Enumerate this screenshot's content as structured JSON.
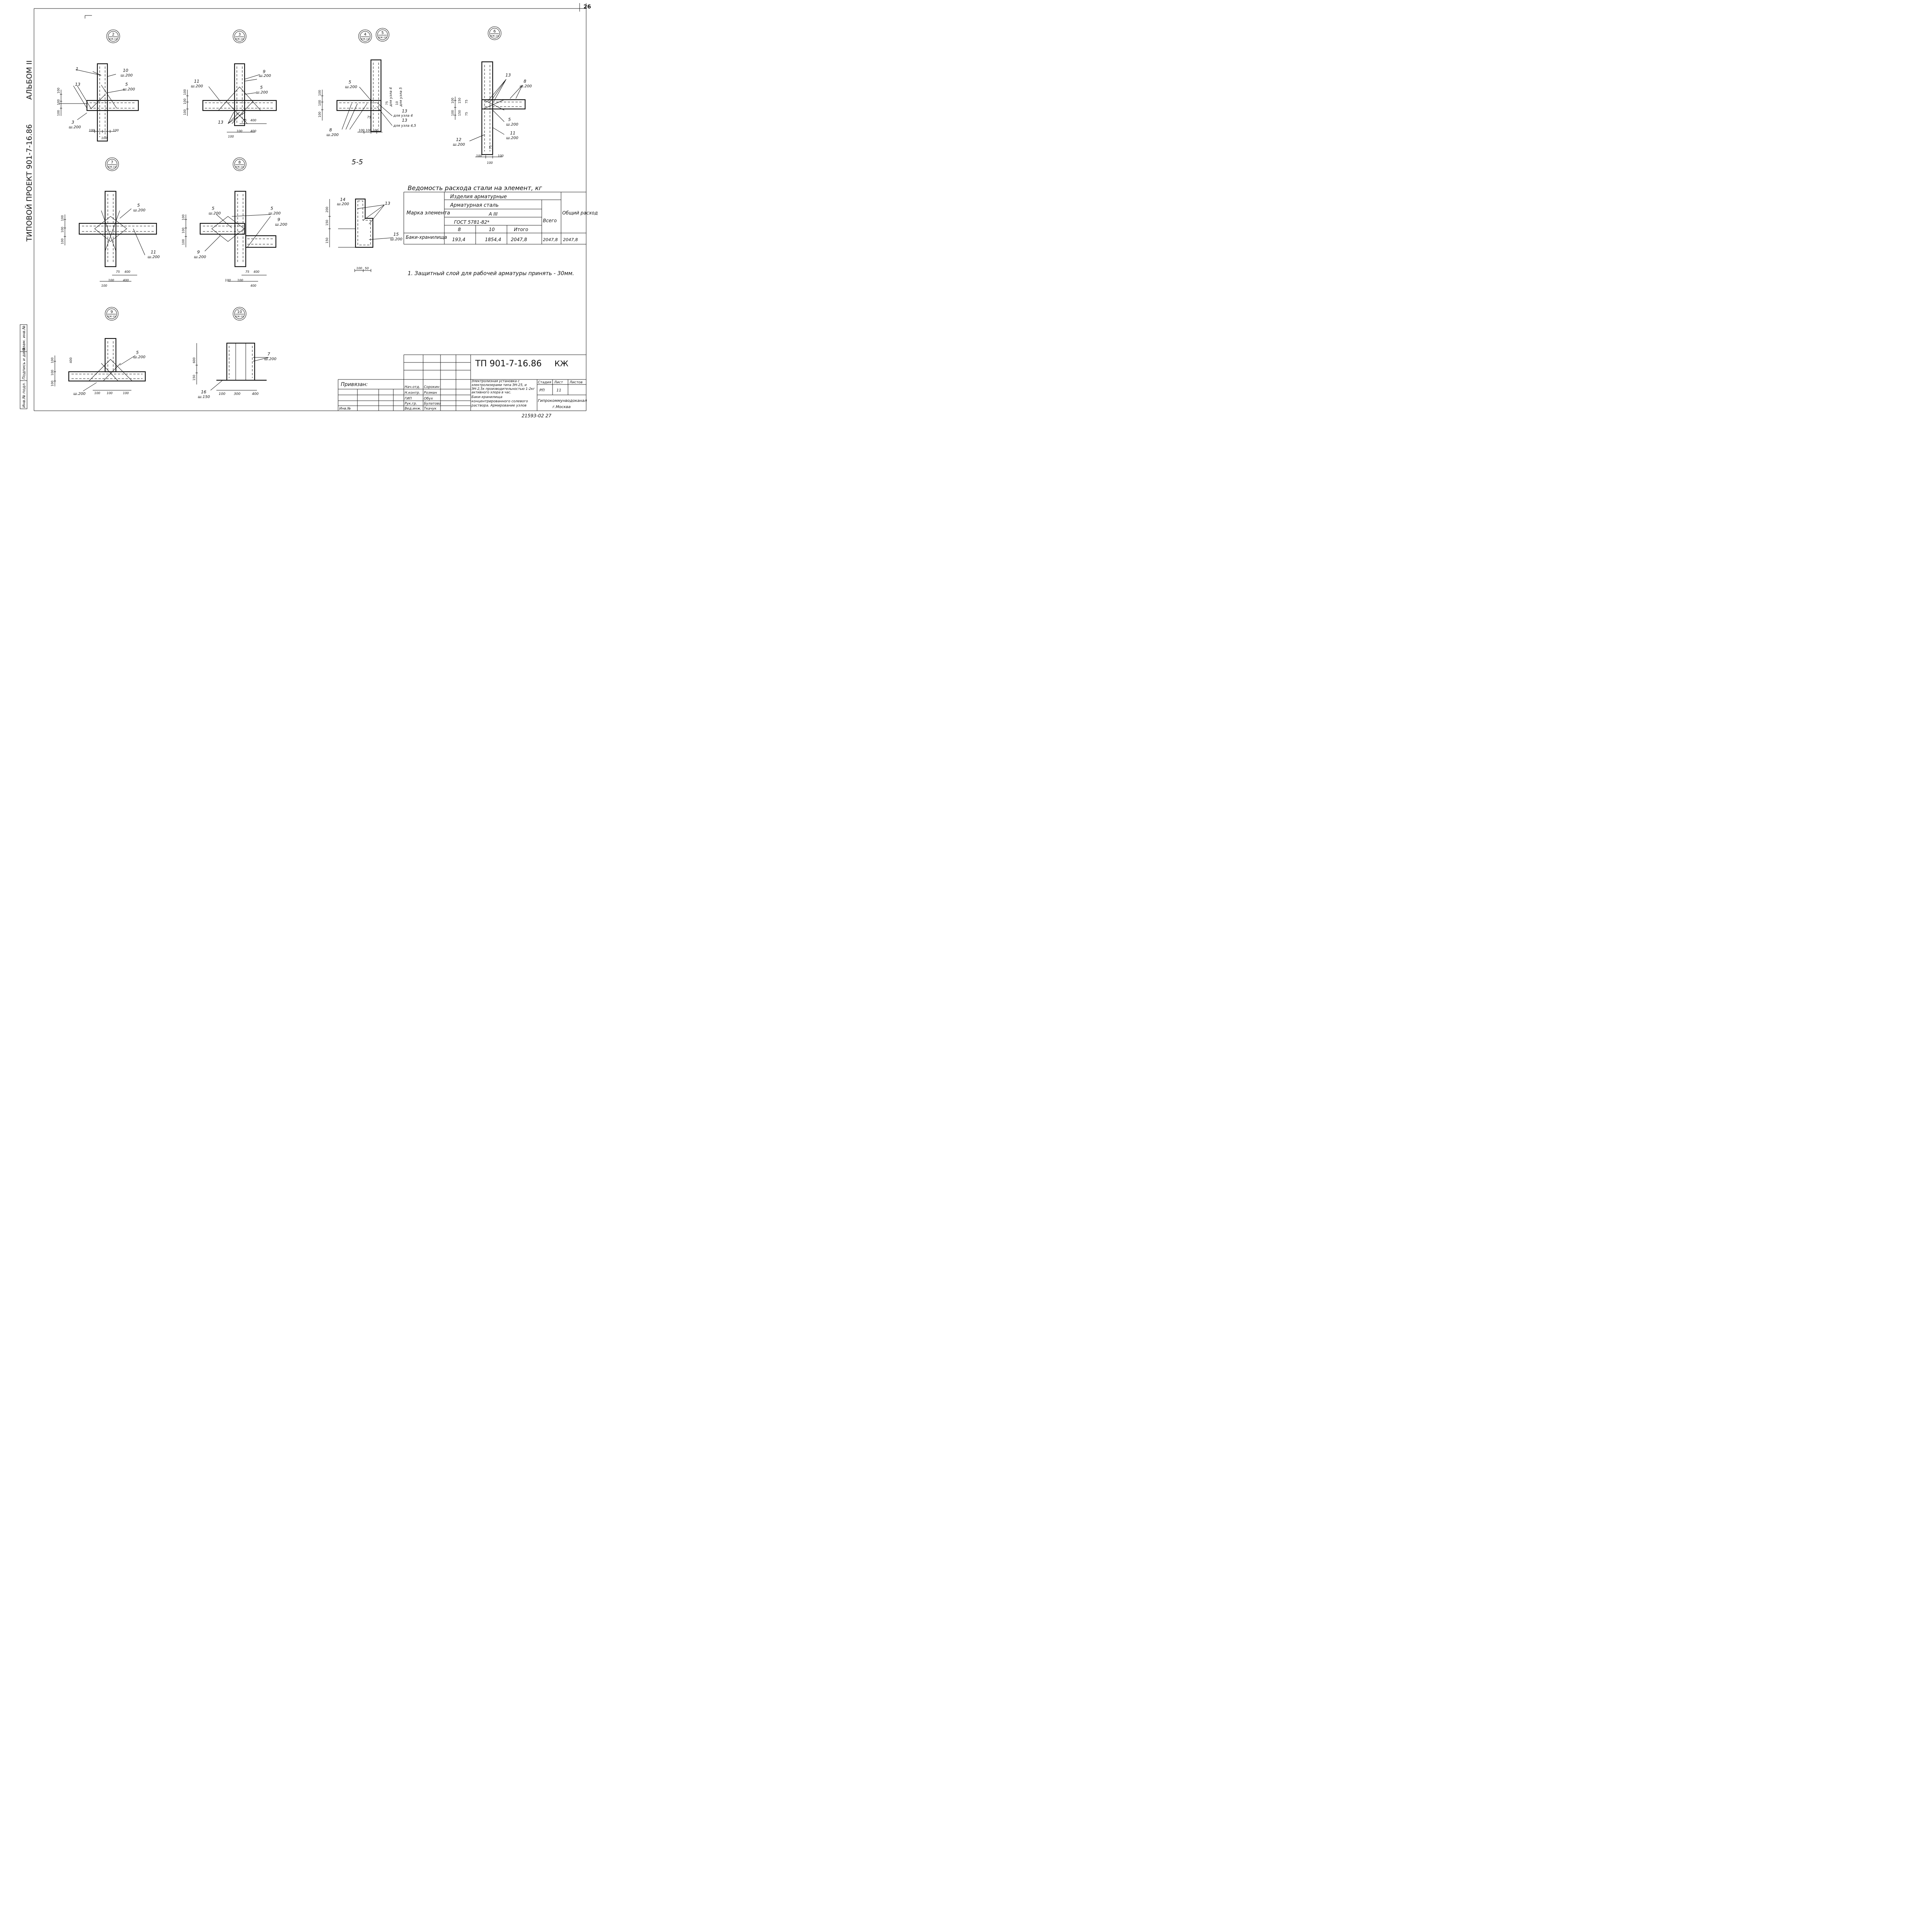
{
  "page_number": "26",
  "album_label": "АЛЬБОМ II",
  "project_label": "ТИПОВОЙ ПРОЕКТ 901-7-16.86",
  "side_stamp": [
    "Инв.№ подл.",
    "Подпись и дата",
    "Взам. инв.№"
  ],
  "nodes": [
    {
      "num": "2",
      "ref": "КЖ-10"
    },
    {
      "num": "3",
      "ref": "КЖ-10"
    },
    {
      "num": "4",
      "ref": "КЖ-10"
    },
    {
      "num": "5",
      "ref": "КЖ-10"
    },
    {
      "num": "6",
      "ref": "КЖ-10"
    },
    {
      "num": "7",
      "ref": "КЖ-10"
    },
    {
      "num": "8",
      "ref": "КЖ-10"
    },
    {
      "num": "9",
      "ref": "КЖ-10"
    },
    {
      "num": "10",
      "ref": "КЖ-10"
    }
  ],
  "section_label": "5-5",
  "callouts": {
    "n2": {
      "a": "1",
      "b": "10",
      "b_sub": "ш.200",
      "c": "5",
      "c_sub": "ш.200",
      "d": "13",
      "e": "3",
      "e_sub": "ш.200"
    },
    "n3": {
      "a": "9",
      "a_sub": "ш.200",
      "b": "11",
      "b_sub": "ш.200",
      "c": "5",
      "c_sub": "ш.200",
      "d": "13"
    },
    "n45": {
      "a": "5",
      "a_sub": "ш.200",
      "b": "для узла 4",
      "c": "для узла 5",
      "d": "13",
      "d_sub": "для узла 4",
      "e": "13",
      "e_sub": "для узла 4,5",
      "f": "8",
      "f_sub": "ш.200"
    },
    "n6": {
      "a": "13",
      "b": "8",
      "b_sub": "ш.200",
      "c": "5",
      "c_sub": "ш.200",
      "d": "11",
      "d_sub": "ш.200",
      "e": "12",
      "e_sub": "ш.200"
    },
    "n7": {
      "a": "5",
      "a_sub": "ш.200",
      "b": "11",
      "b_sub": "ш.200"
    },
    "n8": {
      "a": "5",
      "a_sub": "ш.200",
      "b": "5",
      "b_sub": "ш.200",
      "c": "9",
      "c_sub": "ш.200",
      "d": "9",
      "d_sub": "ш.200"
    },
    "n9": {
      "a": "5",
      "a_sub": "ш.200",
      "b": "ш.200"
    },
    "n10": {
      "a": "7",
      "a_sub": "ш.200",
      "b": "16",
      "b_sub": "ш.150"
    },
    "s55": {
      "a": "14",
      "a_sub": "ш.200",
      "b": "13",
      "c": "15",
      "c_sub": "ш.200"
    }
  },
  "dims": {
    "n2": [
      "100",
      "100",
      "100",
      "100",
      "100",
      "100",
      "100"
    ],
    "n3": [
      "100",
      "100",
      "100",
      "75",
      "400",
      "100",
      "100",
      "400"
    ],
    "n45": [
      "100",
      "100",
      "100",
      "75",
      "100",
      "100",
      "100",
      "75",
      "10"
    ],
    "n6": [
      "100",
      "150",
      "75",
      "100",
      "150",
      "75",
      "75",
      "100",
      "100",
      "100"
    ],
    "n7": [
      "100",
      "100",
      "100",
      "75",
      "400",
      "100",
      "100",
      "400"
    ],
    "n8": [
      "100",
      "100",
      "100",
      "75",
      "400",
      "100",
      "100",
      "400"
    ],
    "n9": [
      "400",
      "100",
      "100",
      "100",
      "100",
      "100",
      "100"
    ],
    "n10": [
      "600",
      "150",
      "100",
      "300",
      "400"
    ],
    "s55": [
      "200",
      "150",
      "150",
      "100",
      "50"
    ]
  },
  "spec_table": {
    "title": "Ведомость расхода стали на элемент, кг",
    "col_mark": "Марка элемента",
    "group_1": "Изделия арматурные",
    "group_2": "Арматурная сталь",
    "grade": "А III",
    "gost": "ГОСТ 5781-82*",
    "col_total": "Всего",
    "col_overall": "Общий расход",
    "sub_headers": [
      "8",
      "10",
      "Итого"
    ],
    "row": {
      "mark": "Баки-хранилища",
      "v8": "193,4",
      "v10": "1854,4",
      "sum": "2047,8",
      "total": "2047,8",
      "overall": "2047,8"
    }
  },
  "note": "1. Защитный слой для рабочей арматуры принять - 30мм.",
  "title_block": {
    "code": "ТП 901-7-16.86",
    "mark": "КЖ",
    "privyazan": "Привязан:",
    "inv": "Инв.№",
    "description": "Электролизная установка с электролизерами типа ЭН-25, и ЭН-2,5к производительностью 1-2кг активного хлора в час.",
    "sheet_title": "Баки-хранилища концентрированного солевого раствора. Армирование узлов",
    "stage_hdr": "Стадия",
    "sheet_hdr": "Лист",
    "sheets_hdr": "Листов",
    "stage": "РП",
    "sheet": "11",
    "org": "Гипрокоммунводоканал",
    "city": "г.Москва",
    "roles": [
      {
        "role": "Нач.отд.",
        "name": "Сорокин"
      },
      {
        "role": "Н.контр.",
        "name": "Розман"
      },
      {
        "role": "ГИП",
        "name": "Обух"
      },
      {
        "role": "Рук.гр.",
        "name": "Булатова"
      },
      {
        "role": "Вед.инж.",
        "name": "Ткачук"
      }
    ]
  },
  "footer_code": "21593-02 27"
}
